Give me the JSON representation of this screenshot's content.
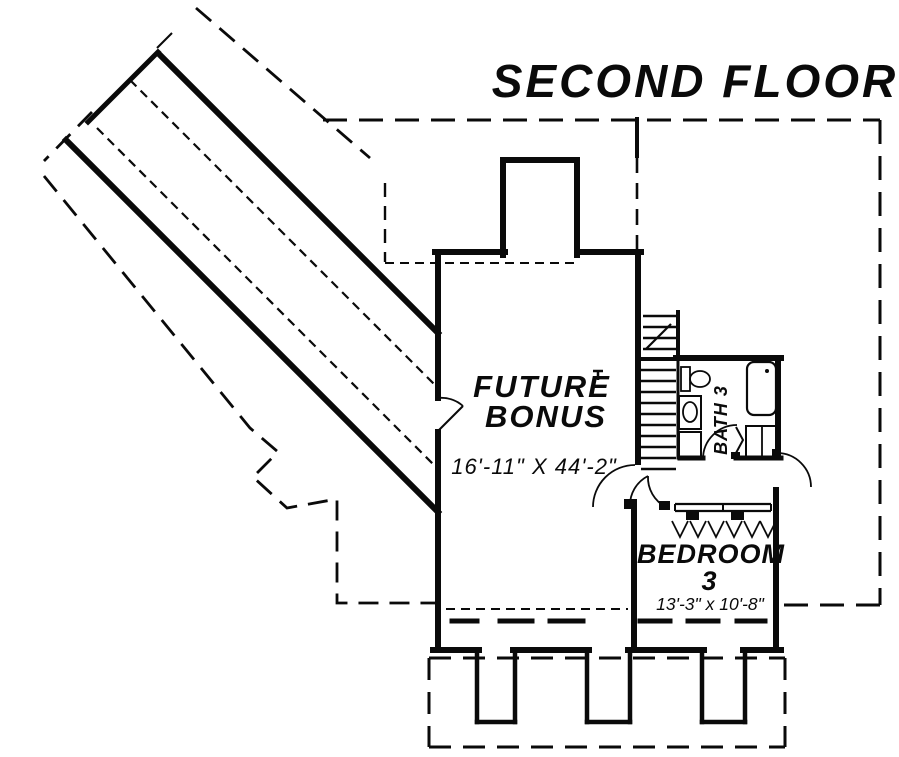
{
  "title": "SECOND FLOOR",
  "rooms": {
    "bonus": {
      "label_line1": "FUTURE",
      "label_line2": "BONUS",
      "dimensions": "16'-11\" X 44'-2\""
    },
    "bath": {
      "label": "BATH 3"
    },
    "bedroom": {
      "label_line1": "BEDROOM",
      "label_line2": "3",
      "dimensions": "13'-3\" x 10'-8\""
    }
  },
  "colors": {
    "ink": "#0a0a0a",
    "background": "#ffffff"
  }
}
